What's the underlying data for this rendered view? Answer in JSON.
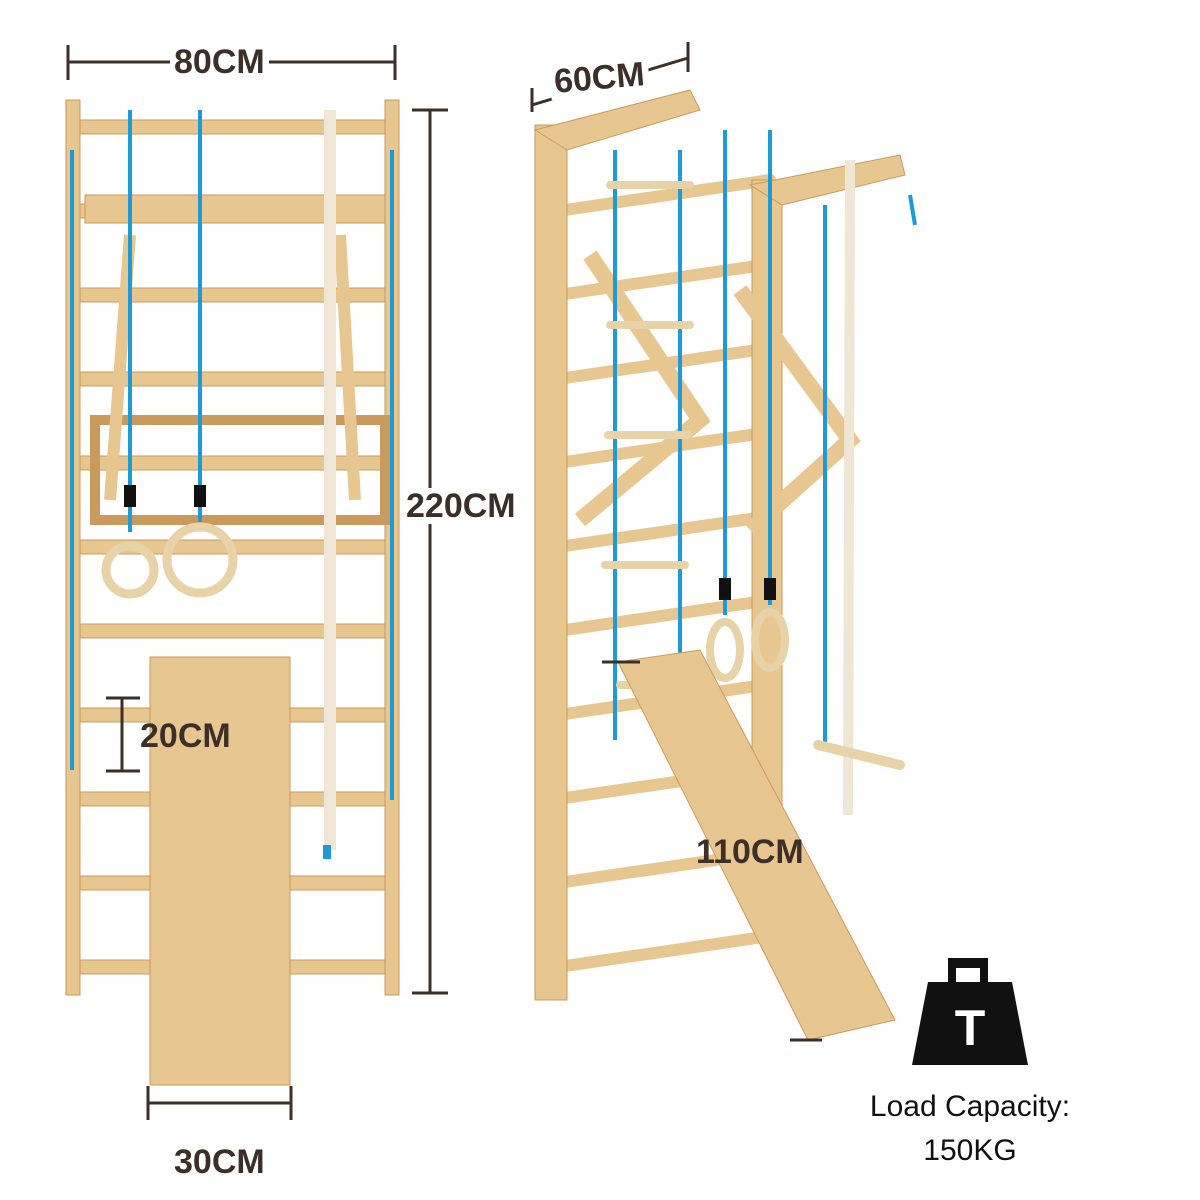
{
  "dimensions": {
    "width_front": "80CM",
    "depth_side": "60CM",
    "height": "220CM",
    "rung_spacing": "20CM",
    "slide_length": "110CM",
    "slide_width": "30CM"
  },
  "load": {
    "icon": "weight-icon",
    "icon_letter": "T",
    "label": "Load Capacity:",
    "value": "150KG"
  },
  "colors": {
    "wood": "#e8c690",
    "wood_dark": "#c99a5c",
    "rope_blue": "#1e9ad6",
    "rope_white": "#efe6d6",
    "dim_line": "#3b2f27"
  }
}
